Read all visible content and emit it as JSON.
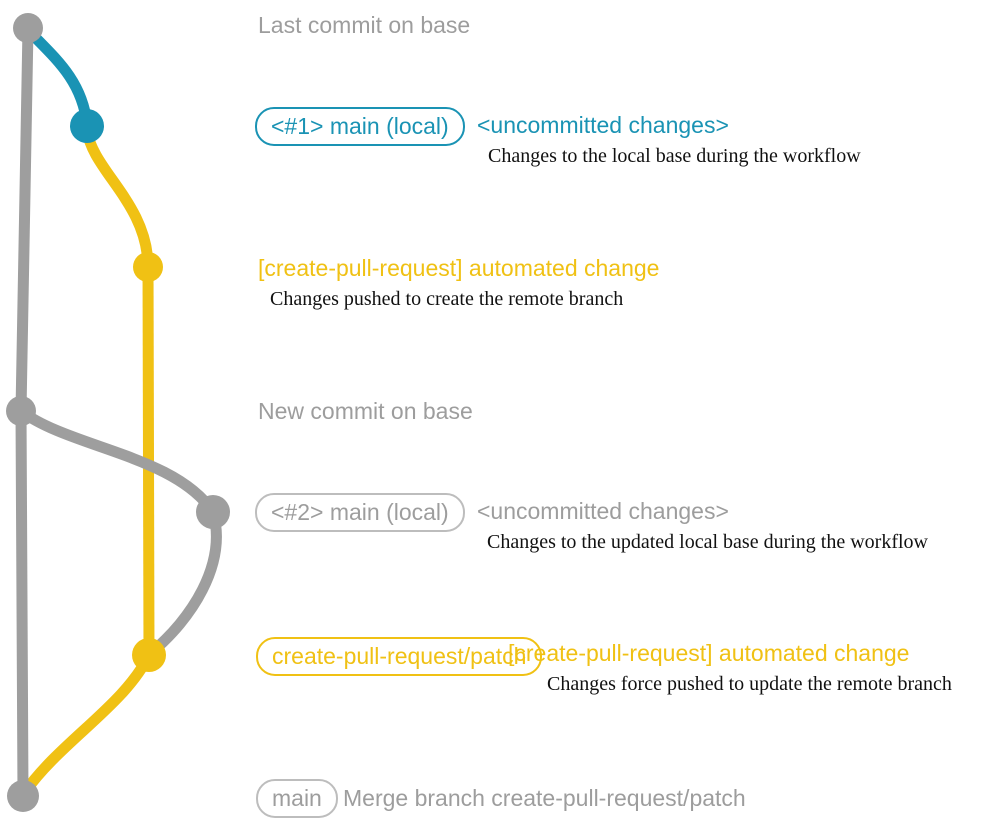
{
  "colors": {
    "gray": "#9E9E9E",
    "teal": "#1A93B4",
    "yellow": "#F0C114",
    "badge_gray_border": "#BDBDBD",
    "description_text": "#111111"
  },
  "annotations": {
    "last_commit_title": "Last commit on base",
    "main1_badge": "<#1> main (local)",
    "main1_note": "<uncommitted changes>",
    "main1_desc": "Changes to the local base during the workflow",
    "auto_change1_title": "[create-pull-request] automated change",
    "auto_change1_desc": "Changes pushed to create the remote branch",
    "new_commit_title": "New commit on base",
    "main2_badge": "<#2> main (local)",
    "main2_note": "<uncommitted changes>",
    "main2_desc": "Changes to the updated local base during the workflow",
    "patch_badge": "create-pull-request/patch",
    "auto_change2_note": "[create-pull-request] automated change",
    "auto_change2_desc": "Changes force pushed to update the remote branch",
    "main_badge": "main",
    "merge_text": "Merge branch create-pull-request/patch"
  },
  "graph": {
    "branches": [
      {
        "name": "base (main)",
        "color": "gray"
      },
      {
        "name": "main (local)",
        "color": "teal"
      },
      {
        "name": "create-pull-request/patch",
        "color": "yellow"
      }
    ],
    "commits": [
      {
        "id": "last-commit-on-base",
        "branch": "base",
        "color": "gray"
      },
      {
        "id": "main-local-1-uncommitted",
        "branch": "main-local",
        "color": "teal"
      },
      {
        "id": "automated-change-1",
        "branch": "create-pull-request/patch",
        "color": "yellow"
      },
      {
        "id": "new-commit-on-base",
        "branch": "base",
        "color": "gray"
      },
      {
        "id": "main-local-2-uncommitted",
        "branch": "main-local",
        "color": "gray"
      },
      {
        "id": "automated-change-2",
        "branch": "create-pull-request/patch",
        "color": "yellow"
      },
      {
        "id": "merge-branch",
        "branch": "base",
        "color": "gray"
      }
    ]
  }
}
